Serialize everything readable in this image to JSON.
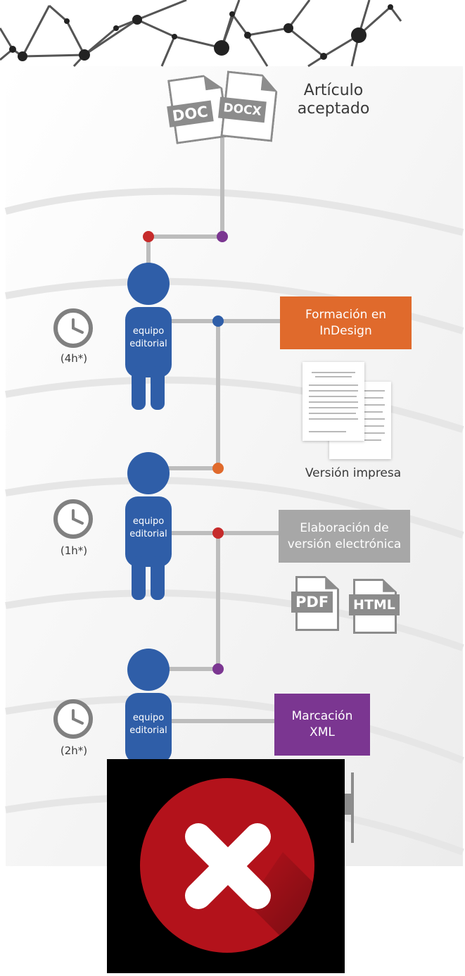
{
  "source": {
    "badges": [
      "DOC",
      "DOCX"
    ],
    "label_lines": [
      "Artículo",
      "aceptado"
    ]
  },
  "steps": [
    {
      "actor_lines": [
        "equipo",
        "editorial"
      ],
      "time": "(4h*)",
      "task_lines": [
        "Formación en",
        "InDesign"
      ],
      "task_color": "#e06a2c",
      "output_label": "Versión impresa"
    },
    {
      "actor_lines": [
        "equipo",
        "editorial"
      ],
      "time": "(1h*)",
      "task_lines": [
        "Elaboración de",
        "versión electrónica"
      ],
      "task_color": "#a7a7a7",
      "outputs": [
        "PDF",
        "HTML"
      ]
    },
    {
      "actor_lines": [
        "equipo",
        "editorial"
      ],
      "time": "(2h*)",
      "task_lines": [
        "Marcación",
        "XML"
      ],
      "task_color": "#7b3691"
    }
  ],
  "colors": {
    "person": "#2f5ea8",
    "connector": "#bdbdbd",
    "node_red": "#c62b2b",
    "node_purple": "#7b3691",
    "node_blue": "#2f5ea8",
    "node_orange": "#e06a2c",
    "error_red": "#b3121b"
  },
  "overlay": {
    "icon": "close-icon"
  }
}
